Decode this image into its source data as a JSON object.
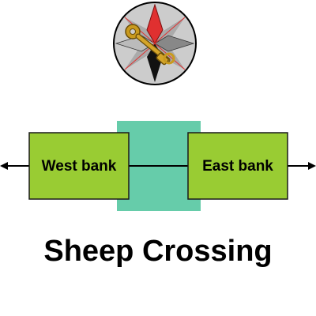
{
  "diagram": {
    "title": "Sheep Crossing",
    "west_bank": {
      "label": "West bank"
    },
    "east_bank": {
      "label": "East bank"
    },
    "logo": {
      "icon": "compass-star-key-icon"
    }
  },
  "colors": {
    "bank_fill": "#99cc33",
    "bank_stroke": "#1a1a1a",
    "river_fill": "#66ccaa",
    "text": "#000000",
    "logo_background": "#cccccc",
    "logo_star_dark": "#000000",
    "logo_star_light": "#bbbbbb",
    "logo_accent": "#e03030",
    "logo_key": "#c99a1e"
  }
}
